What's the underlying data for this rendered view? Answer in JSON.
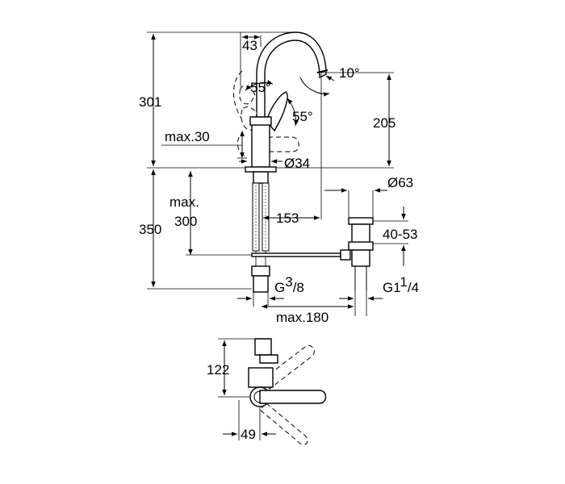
{
  "dimensions": {
    "spout_offset": "43",
    "spout_tilt": "10°",
    "lever_swing_up": "55°",
    "lever_swing_side": "55°",
    "total_height": "301",
    "spout_height": "205",
    "lever_clearance": "max.30",
    "body_diameter": "Ø34",
    "waste_flange": "Ø63",
    "max_label": "max.",
    "max_value": "300",
    "below_counter": "350",
    "reach": "153",
    "waste_range": "40-53",
    "hose_thread": "G",
    "hose_thread_num": "3",
    "hose_thread_den": "/8",
    "waste_thread": "G1",
    "waste_thread_num": "1",
    "waste_thread_den": "/4",
    "waste_rod_length": "max.180",
    "top_view_depth": "122",
    "top_view_width": "49"
  }
}
